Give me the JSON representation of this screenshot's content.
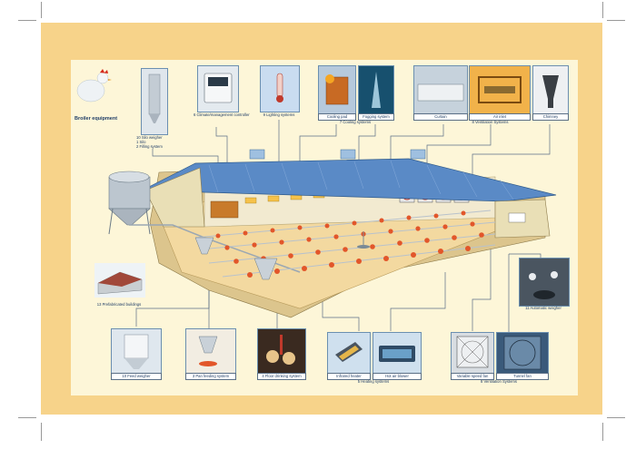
{
  "title": "Broiler equipment",
  "labels": {
    "silo_weigher": "10 Silo weigher",
    "silo": "1 Silo",
    "filling": "2 Filling system",
    "climate": "6 Climate/management controller",
    "lighting": "9 Lighting systems",
    "cooling_pad": "Cooling pad",
    "fogging": "Fogging system",
    "cooling_group": "7 Cooling systems",
    "curtain": "Curtain",
    "air_inlet": "Air inlet",
    "chimney": "Chimney",
    "vent_group_top": "8 Ventilation Systems",
    "prefab": "13 Prefabricated buildings",
    "auto_weigher": "11 Automatic weigher",
    "feed_weigher": "10 Feed weigher",
    "pan_feeding": "3 Pan feeding system",
    "drinking": "4 Floor drinking system",
    "infrared": "Infrared heater",
    "hot_air": "Hot air blower",
    "heating_group": "5 Heating systems",
    "var_fan": "Variable speed fan",
    "tunnel_fan": "Tunnel fan",
    "vent_group_bottom": "8 Ventilation Systems"
  },
  "colors": {
    "frame": "#f7d38a",
    "panel": "#fdf6d8",
    "roof": "#5a8ac6",
    "floor": "#f3d9a0",
    "wall": "#e9dfb6",
    "feeder": "#e2562a",
    "text": "#1f3d66"
  }
}
